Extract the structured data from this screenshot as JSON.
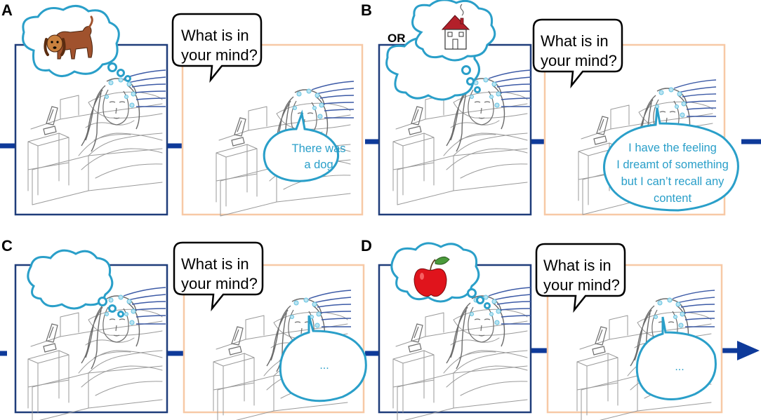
{
  "panels": {
    "A": {
      "letter": "A",
      "question": [
        "What is in",
        "your mind?"
      ],
      "answer": [
        "There was",
        "a dog"
      ],
      "dream": "dog"
    },
    "B": {
      "letter": "B",
      "or_label": "OR",
      "question": [
        "What is in",
        "your mind?"
      ],
      "answer": [
        "I have the feeling",
        "I dreamt of something",
        "but I can’t recall any",
        "content"
      ],
      "dream": "house"
    },
    "C": {
      "letter": "C",
      "question": [
        "What is in",
        "your mind?"
      ],
      "answer": [
        "..."
      ],
      "dream": "empty"
    },
    "D": {
      "letter": "D",
      "question": [
        "What is in",
        "your mind?"
      ],
      "answer": [
        "..."
      ],
      "dream": "apple"
    }
  },
  "icons": {
    "dog": "dog-icon",
    "house": "house-icon",
    "apple": "apple-icon",
    "arrow": "arrow-right-icon"
  },
  "colors": {
    "sleep_frame": "#1f3d7a",
    "wake_frame": "#f7c9a6",
    "timeline": "#0e3a9a",
    "bubble_outline": "#2a9fc9",
    "answer_text": "#2a9fc9",
    "dog_fur": "#a0522d",
    "apple_red": "#e0141c",
    "house_roof": "#b3202a"
  }
}
